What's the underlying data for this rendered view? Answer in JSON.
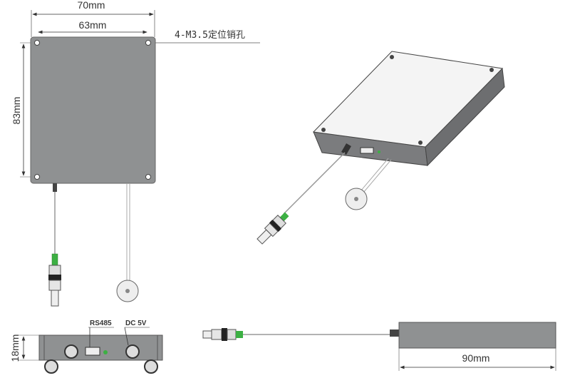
{
  "front_view": {
    "width_outer": "70mm",
    "width_holes": "63mm",
    "height": "83mm",
    "hole_callout": "4-M3.5定位销孔"
  },
  "side_view": {
    "height": "18mm",
    "port_rs485": "RS485",
    "port_power": "DC 5V"
  },
  "length_view": {
    "length": "90mm"
  },
  "colors": {
    "body": "#8f9192",
    "connector_green": "#3cb043"
  }
}
